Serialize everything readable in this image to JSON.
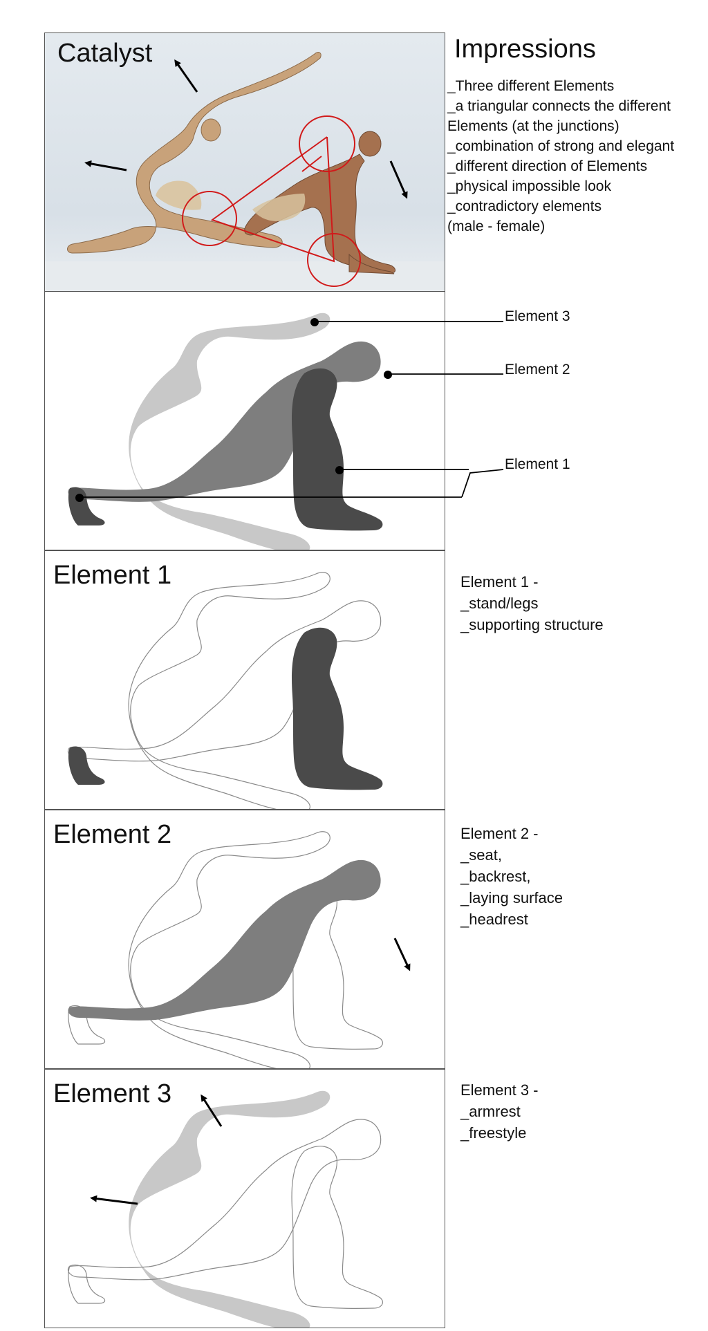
{
  "photo_panel": {
    "title": "Catalyst"
  },
  "impressions": {
    "heading": "Impressions",
    "lines": [
      "_Three different Elements",
      "_a triangular connects the different",
      "Elements (at the junctions)",
      "_combination of strong and elegant",
      "_different direction of Elements",
      "_physical impossible look",
      "_contradictory elements",
      "(male - female)"
    ]
  },
  "callouts": {
    "element3": "Element 3",
    "element2": "Element 2",
    "element1": "Element 1"
  },
  "element1_panel": {
    "title": "Element 1",
    "description": [
      "Element 1 -",
      "_stand/legs",
      "_supporting structure"
    ]
  },
  "element2_panel": {
    "title": "Element 2",
    "description": [
      "Element 2 -",
      "_seat,",
      "_backrest,",
      "_laying surface",
      "_headrest"
    ]
  },
  "element3_panel": {
    "title": "Element 3",
    "description": [
      "Element 3 -",
      "_armrest",
      "_freestyle"
    ]
  },
  "colors": {
    "element1": "#4a4a4a",
    "element2": "#7e7e7e",
    "element3": "#c8c8c8",
    "outline": "#8a8a8a",
    "triangle": "#d11a1a"
  }
}
